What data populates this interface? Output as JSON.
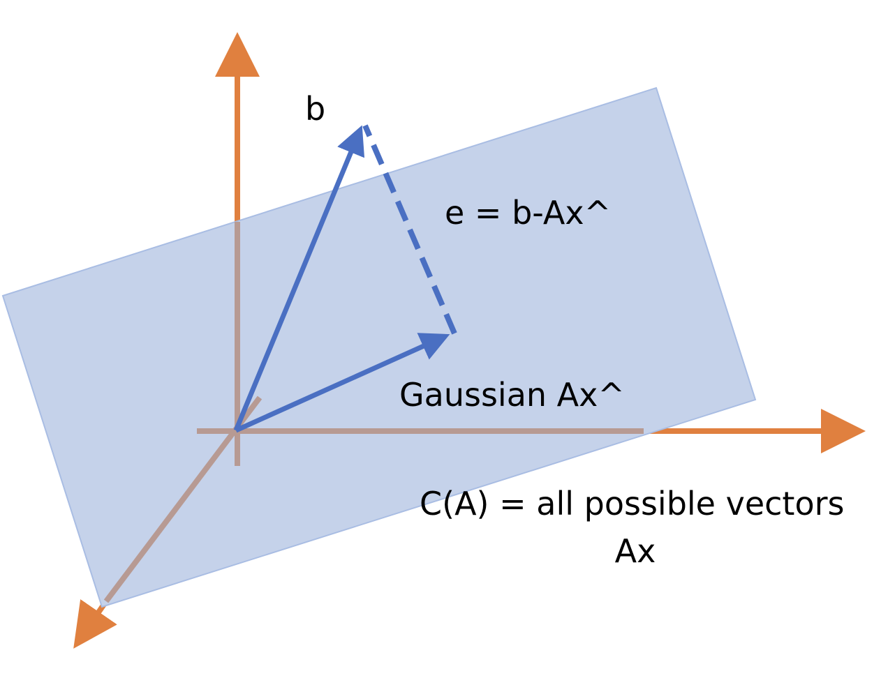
{
  "labels": {
    "b": "b",
    "error": "e = b-Ax^",
    "projection": "Gaussian Ax^",
    "column_space_line1": "C(A) = all possible vectors",
    "column_space_line2": "Ax"
  },
  "colors": {
    "axis": "#E0803F",
    "axis_behind_plane": "#B79A93",
    "plane_fill": "#C5D2EA",
    "plane_edge": "#A9BDE3",
    "vector": "#4A6FC2"
  },
  "plane_edges_visible": true,
  "error_vector_style": "dashed"
}
